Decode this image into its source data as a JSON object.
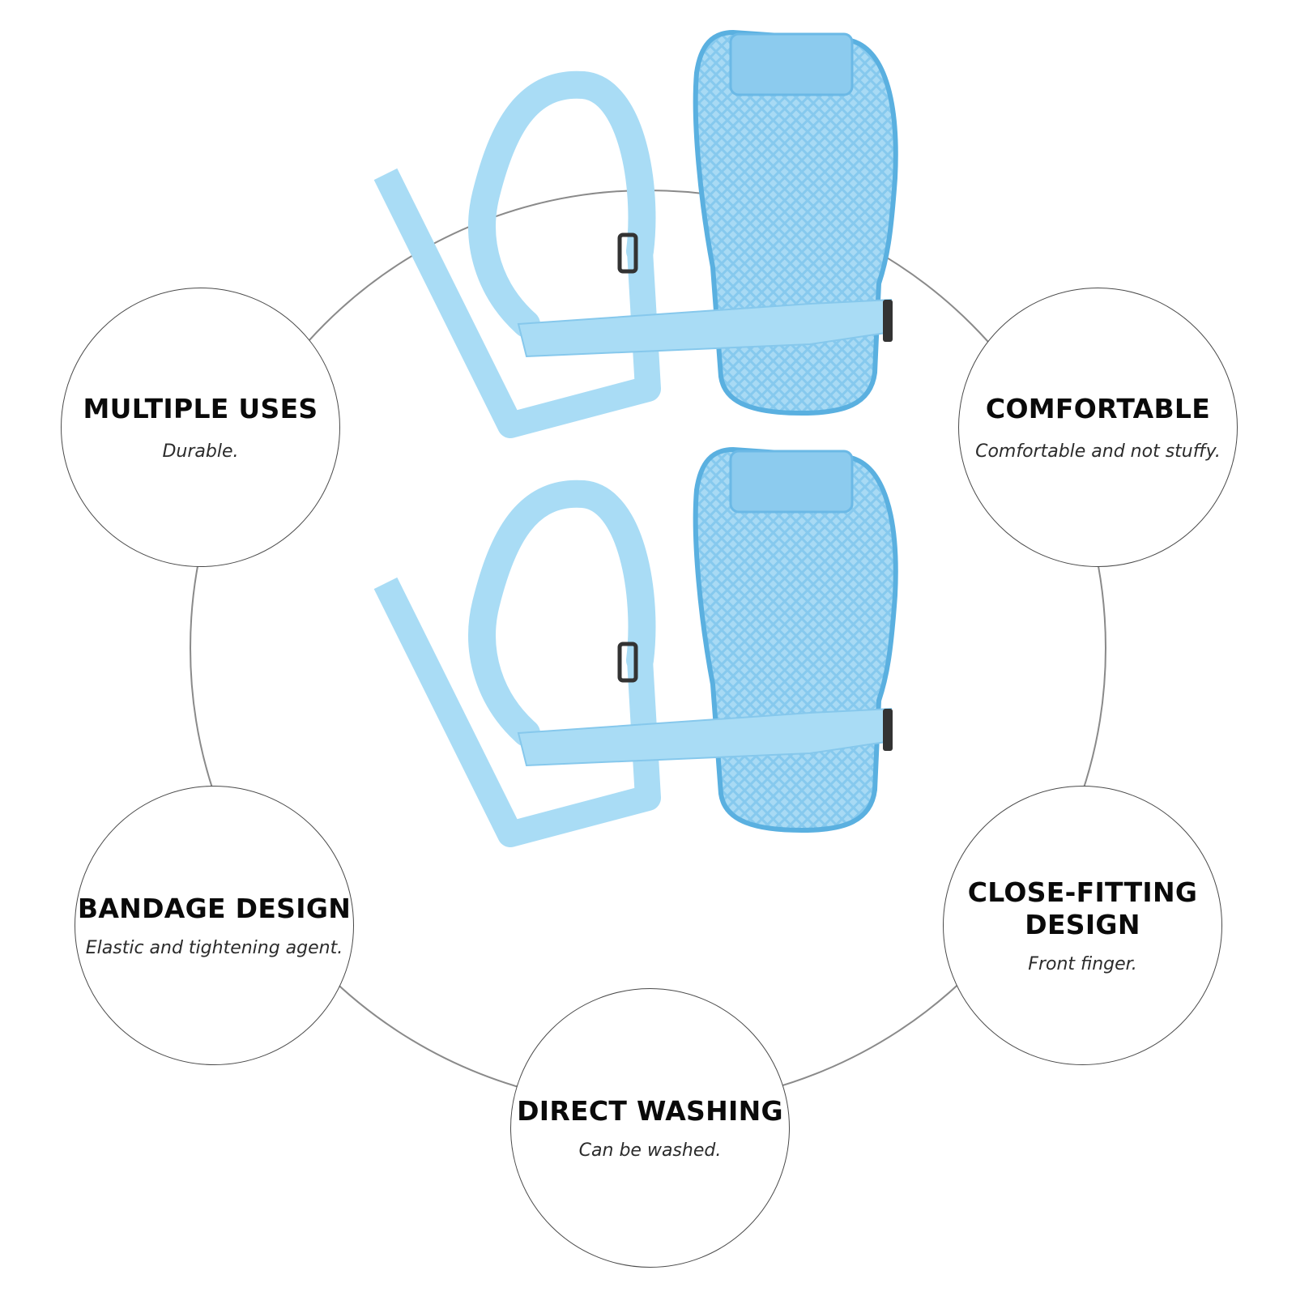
{
  "features": {
    "multiple_uses": {
      "title": "MULTIPLE USES",
      "desc": "Durable."
    },
    "comfortable": {
      "title": "COMFORTABLE",
      "desc": "Comfortable and not stuffy."
    },
    "bandage_design": {
      "title": "BANDAGE DESIGN",
      "desc": "Elastic and tightening agent."
    },
    "close_fitting": {
      "title": "CLOSE-FITTING\nDESIGN",
      "desc": "Front finger."
    },
    "direct_washing": {
      "title": "DIRECT WASHING",
      "desc": "Can be washed."
    }
  },
  "colors": {
    "mitt_fill": "#7fc6ee",
    "mitt_edge": "#5ab0e0",
    "mitt_mesh": "#9fd6f3",
    "strap": "#a9dcf5",
    "strap_edge": "#86c8ec",
    "buckle": "#333333",
    "ring": "#8a8a8a"
  }
}
